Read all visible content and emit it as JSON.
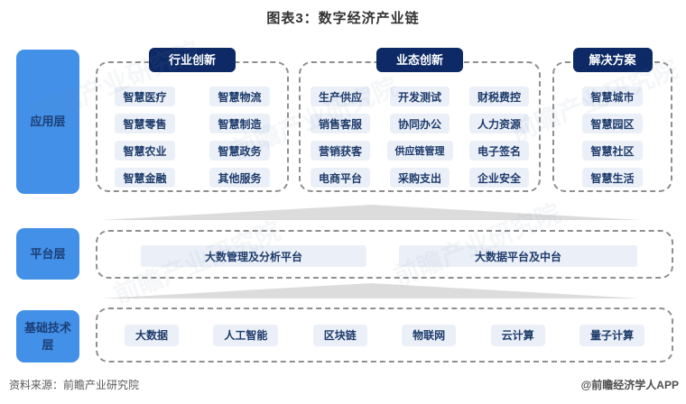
{
  "title": "图表3：数字经济产业链",
  "watermark": "前瞻产业研究院",
  "colors": {
    "layer_label_bg": "#4290e8",
    "layer_label_text": "#1c3e75",
    "section_header_bg": "#0d2a66",
    "section_header_text": "#ffffff",
    "item_bg": "#ebf0f8",
    "item_text": "#1d3a6a",
    "dashed_border": "#8f8f8f",
    "connector_fill": "#d8d8d8",
    "title_text": "#333333",
    "footer_text": "#595959"
  },
  "layers": {
    "application": {
      "label": "应用层",
      "sections": [
        {
          "header": "行业创新",
          "items": [
            "智慧医疗",
            "智慧物流",
            "智慧零售",
            "智慧制造",
            "智慧农业",
            "智慧政务",
            "智慧金融",
            "其他服务"
          ]
        },
        {
          "header": "业态创新",
          "items": [
            "生产供应",
            "开发测试",
            "财税费控",
            "销售客服",
            "协同办公",
            "人力资源",
            "营销获客",
            "供应链管理",
            "电子签名",
            "电商平台",
            "采购支出",
            "企业安全"
          ]
        },
        {
          "header": "解决方案",
          "items": [
            "智慧城市",
            "智慧园区",
            "智慧社区",
            "智慧生活"
          ]
        }
      ]
    },
    "platform": {
      "label": "平台层",
      "items": [
        "大数管理及分析平台",
        "大数据平台及中台"
      ]
    },
    "foundation": {
      "label": "基础技术层",
      "items": [
        "大数据",
        "人工智能",
        "区块链",
        "物联网",
        "云计算",
        "量子计算"
      ]
    }
  },
  "footer": {
    "source": "资料来源：前瞻产业研究院",
    "credit": "@前瞻经济学人APP"
  }
}
